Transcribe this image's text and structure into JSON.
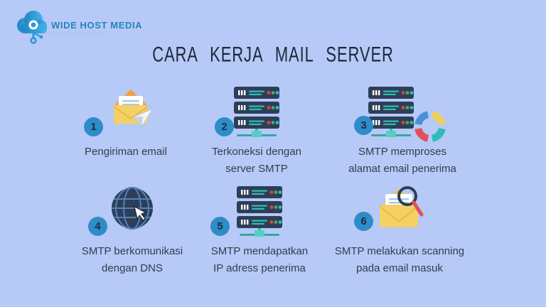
{
  "logo": {
    "brand": "WIDE HOST MEDIA",
    "tagline": "CLOUD SOLUTION"
  },
  "title": "CARA KERJA MAIL SERVER",
  "steps": [
    {
      "number": "1",
      "icon": "email-send-icon",
      "lines": [
        "Pengiriman email"
      ]
    },
    {
      "number": "2",
      "icon": "server-icon",
      "lines": [
        "Terkoneksi dengan",
        "server SMTP"
      ]
    },
    {
      "number": "3",
      "icon": "server-chart-icon",
      "lines": [
        "SMTP memproses",
        "alamat email penerima"
      ]
    },
    {
      "number": "4",
      "icon": "globe-cursor-icon",
      "lines": [
        "SMTP berkomunikasi",
        "dengan DNS"
      ]
    },
    {
      "number": "5",
      "icon": "server-icon",
      "lines": [
        "SMTP mendapatkan",
        "IP adress penerima"
      ]
    },
    {
      "number": "6",
      "icon": "email-scan-icon",
      "lines": [
        "SMTP melakukan scanning",
        "pada email masuk"
      ]
    }
  ],
  "colors": {
    "bg": "#b6c9f7",
    "navy": "#2e3e58",
    "teal": "#2fbdb3",
    "tealL": "#57cec5",
    "red": "#e04438",
    "green": "#3fae68",
    "yellow": "#f5d063",
    "orange": "#f0a23c",
    "badge": "#2d8dc8",
    "chartBlue": "#4a90d9",
    "chartRed": "#e34f5b",
    "chartYellow": "#f2cf5b",
    "text": "#333c4e",
    "title": "#1f2836",
    "logoBlue": "#2283bd",
    "logoLight": "#a6bedc"
  }
}
